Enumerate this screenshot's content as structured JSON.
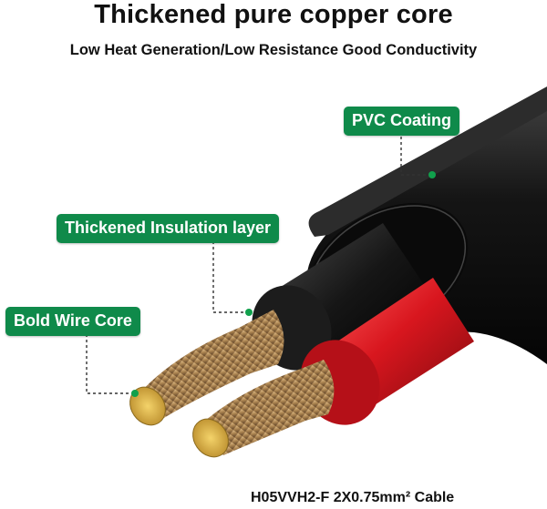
{
  "header": {
    "title": "Thickened pure copper core",
    "subtitle": "Low Heat Generation/Low Resistance Good Conductivity"
  },
  "labels": {
    "pvc": "PVC Coating",
    "insulation": "Thickened Insulation layer",
    "core": "Bold Wire Core"
  },
  "caption": "H05VVH2-F 2X0.75mm² Cable",
  "colors": {
    "label_bg": "#0f8a4a",
    "sheath": "#1a1a1a",
    "red_insulation": "#d8161e",
    "copper": "#b08a55",
    "leader_dot": "#11a04c"
  }
}
